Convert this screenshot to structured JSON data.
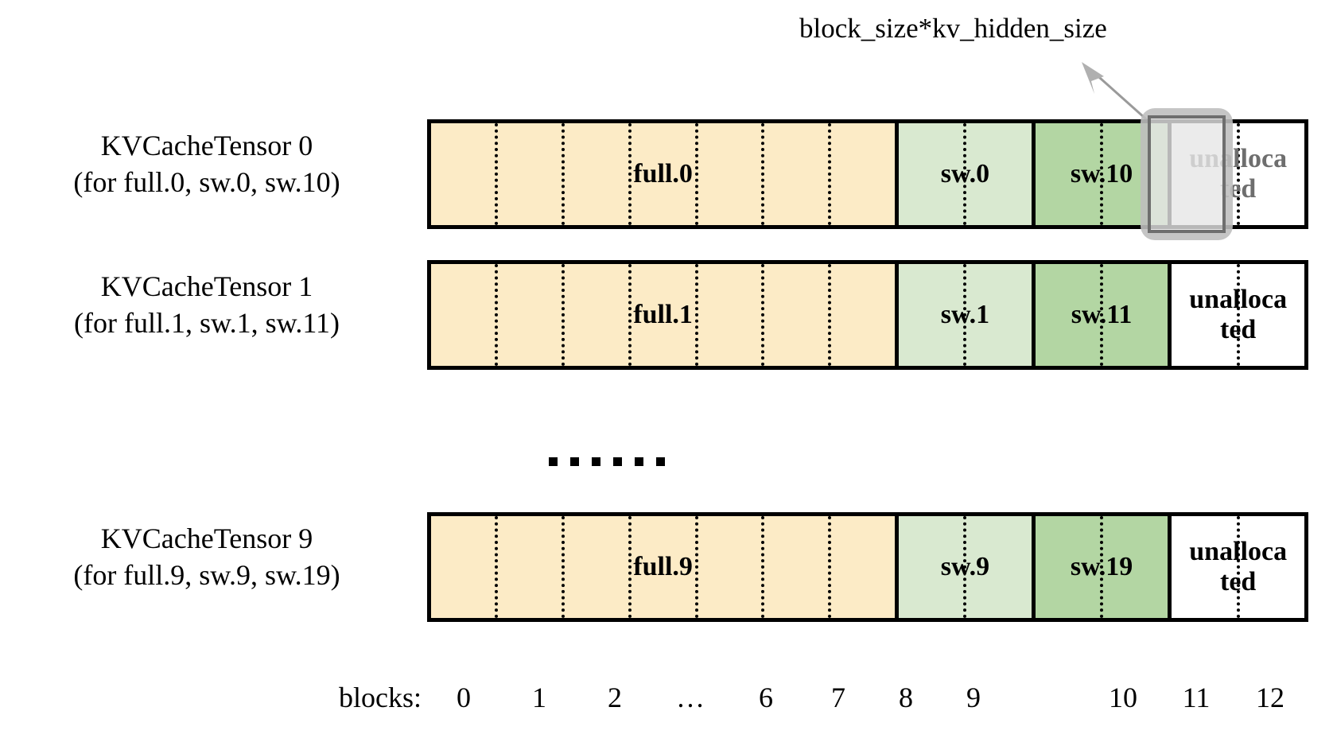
{
  "annotation": {
    "label": "block_size*kv_hidden_size",
    "arrow_icon": "arrow-up-left-icon",
    "highlight_target": "unallocated segment of KVCacheTensor 0"
  },
  "colors": {
    "full_fill": "#FCEBC6",
    "sw_light_fill": "#D9E9D0",
    "sw_dark_fill": "#B3D6A3",
    "unallocated_fill": "#FFFFFF",
    "border": "#000000",
    "highlight_border": "#6E6E6E",
    "highlight_fill": "#E6E6E6",
    "text": "#000000"
  },
  "rows": [
    {
      "title": "KVCacheTensor 0",
      "subtitle": "(for full.0, sw.0, sw.10)",
      "highlighted": true,
      "segments": [
        {
          "label": "full.0",
          "kind": "full",
          "blocks": 7,
          "fill": "#FCEBC6"
        },
        {
          "label": "sw.0",
          "kind": "sw-light",
          "blocks": 2,
          "fill": "#D9E9D0"
        },
        {
          "label": "sw.10",
          "kind": "sw-dark",
          "blocks": 2,
          "fill": "#B3D6A3"
        },
        {
          "label": "unalloca\nted",
          "kind": "unallocated",
          "blocks": 2,
          "fill": "#FFFFFF"
        }
      ]
    },
    {
      "title": "KVCacheTensor 1",
      "subtitle": "(for full.1, sw.1, sw.11)",
      "highlighted": false,
      "segments": [
        {
          "label": "full.1",
          "kind": "full",
          "blocks": 7,
          "fill": "#FCEBC6"
        },
        {
          "label": "sw.1",
          "kind": "sw-light",
          "blocks": 2,
          "fill": "#D9E9D0"
        },
        {
          "label": "sw.11",
          "kind": "sw-dark",
          "blocks": 2,
          "fill": "#B3D6A3"
        },
        {
          "label": "unalloca\nted",
          "kind": "unallocated",
          "blocks": 2,
          "fill": "#FFFFFF"
        }
      ]
    },
    {
      "title": "KVCacheTensor 9",
      "subtitle": "(for full.9, sw.9, sw.19)",
      "highlighted": false,
      "segments": [
        {
          "label": "full.9",
          "kind": "full",
          "blocks": 7,
          "fill": "#FCEBC6"
        },
        {
          "label": "sw.9",
          "kind": "sw-light",
          "blocks": 2,
          "fill": "#D9E9D0"
        },
        {
          "label": "sw.19",
          "kind": "sw-dark",
          "blocks": 2,
          "fill": "#B3D6A3"
        },
        {
          "label": "unalloca\nted",
          "kind": "unallocated",
          "blocks": 2,
          "fill": "#FFFFFF"
        }
      ]
    }
  ],
  "ellipsis": {
    "dots": 6
  },
  "axis": {
    "title": "blocks:",
    "ticks": [
      "0",
      "1",
      "2",
      "…",
      "6",
      "7",
      "8",
      "9",
      "10",
      "11",
      "12"
    ],
    "tick_x": [
      583,
      678,
      773,
      868,
      963,
      1054,
      1139,
      1224,
      1412,
      1504,
      1597
    ]
  }
}
